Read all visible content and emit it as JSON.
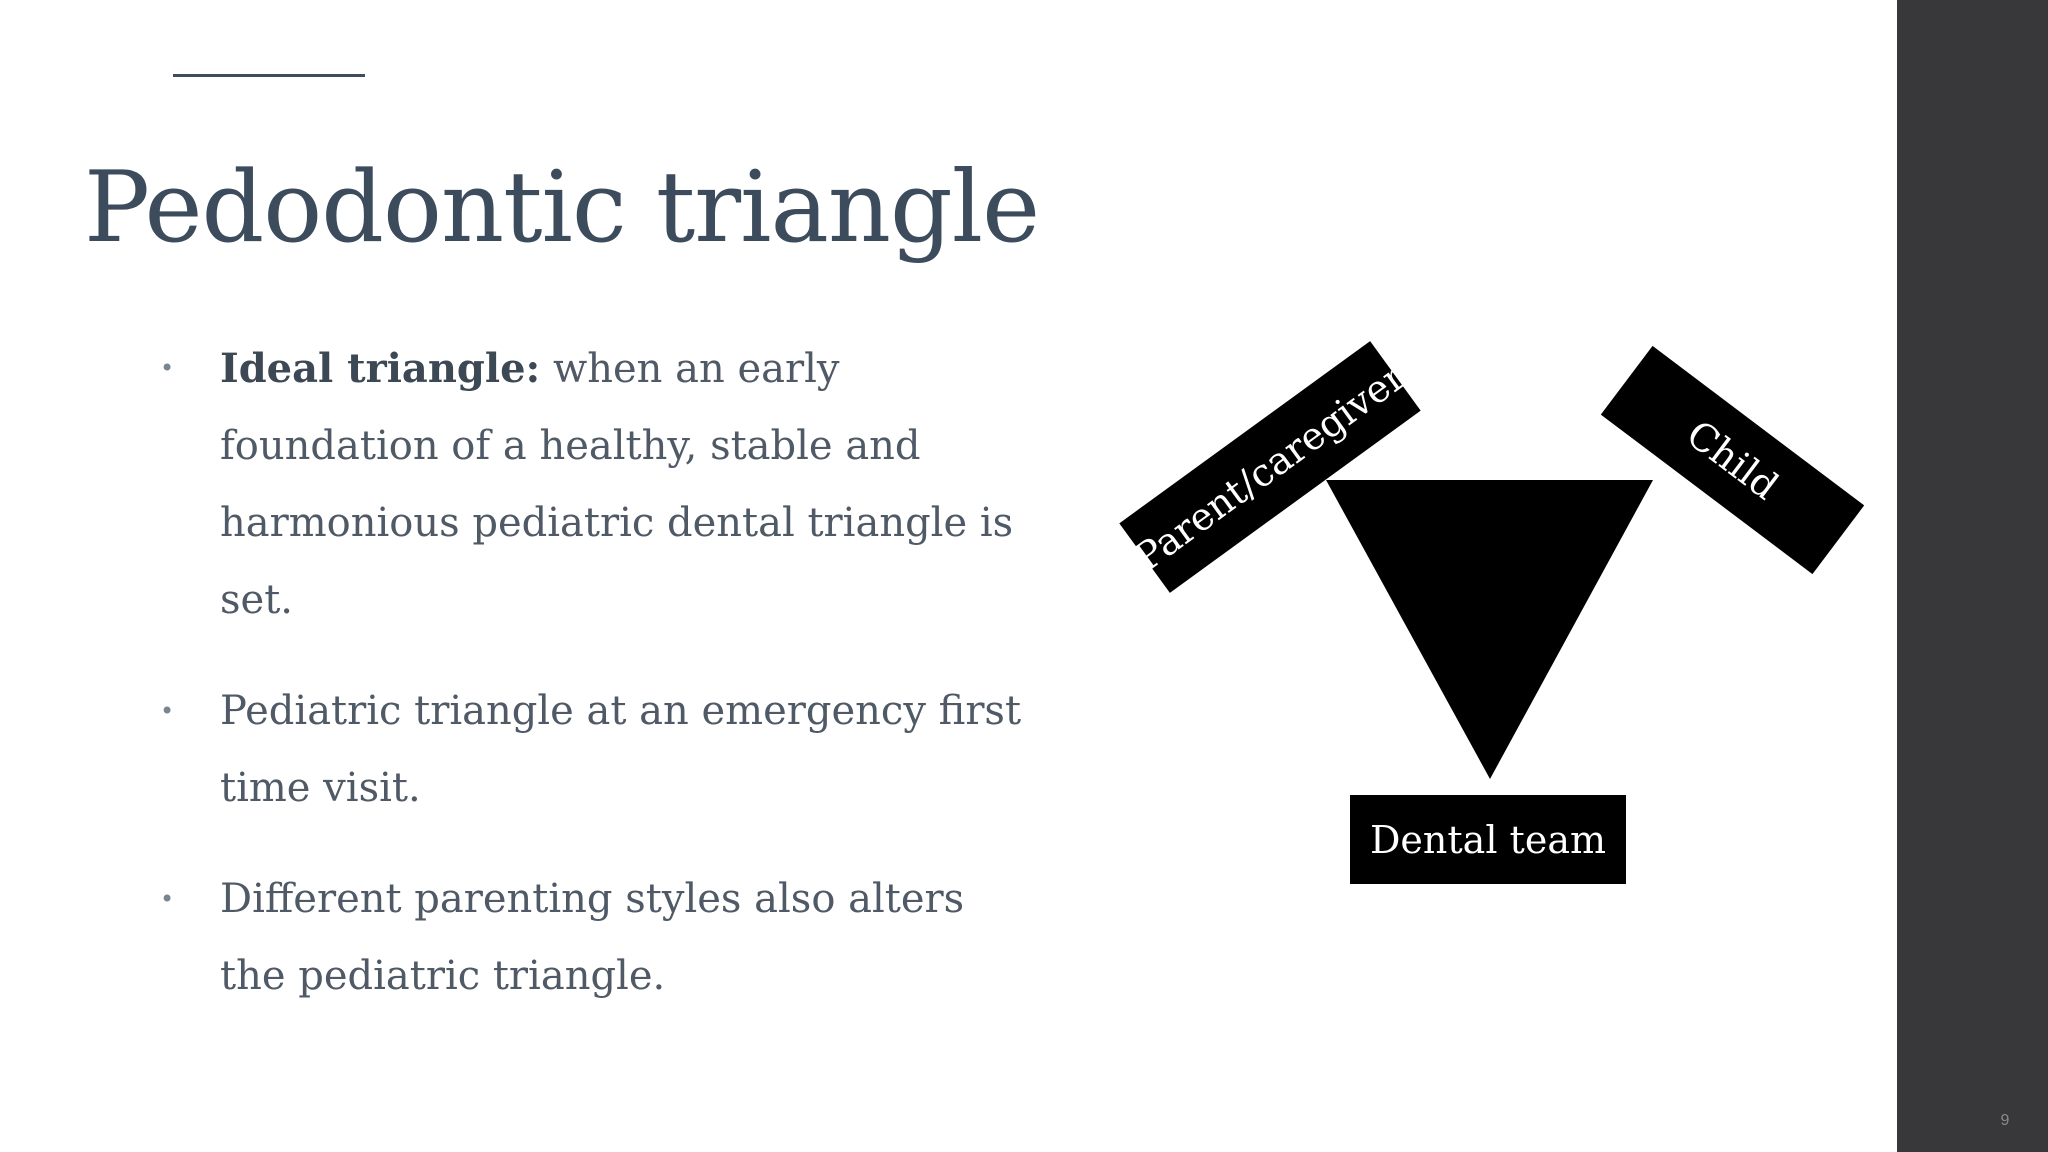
{
  "slide": {
    "title": "Pedodontic triangle",
    "page_number": "9",
    "bullets": [
      {
        "bold": "Ideal triangle:",
        "text": " when an early foundation of a healthy, stable and harmonious pediatric dental triangle is set."
      },
      {
        "bold": "",
        "text": "Pediatric triangle at an emergency first time visit."
      },
      {
        "bold": "",
        "text": "Different parenting styles also alters the pediatric triangle."
      }
    ]
  },
  "diagram": {
    "parent_label": "Parent/caregiver",
    "child_label": "Child",
    "dental_label": "Dental team"
  },
  "colors": {
    "title": "#3c4c5c",
    "body_text": "#4f5a66",
    "sidebar": "#38383b",
    "shape_fill": "#000000"
  }
}
